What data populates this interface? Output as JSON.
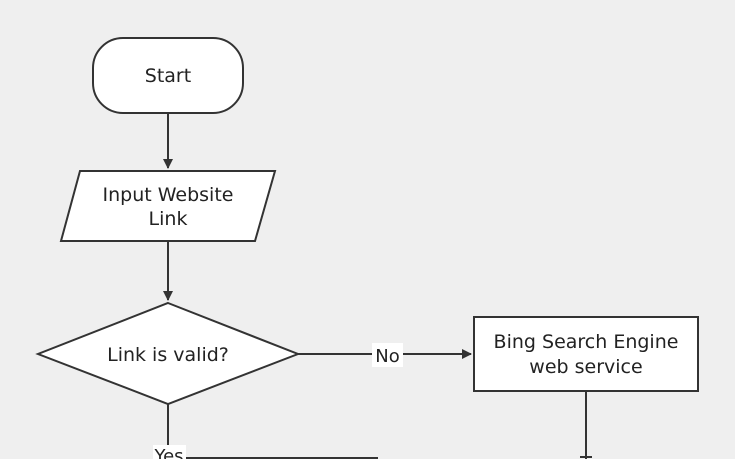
{
  "flowchart": {
    "start": {
      "label": "Start"
    },
    "input": {
      "line1": "Input Website",
      "line2": "Link"
    },
    "decision": {
      "label": "Link is valid?"
    },
    "service": {
      "line1": "Bing Search  Engine",
      "line2": "web service"
    },
    "edges": {
      "no_label": "No",
      "yes_label": "Yes"
    }
  },
  "colors": {
    "background": "#efefef",
    "shape_fill": "#ffffff",
    "stroke": "#333333",
    "text": "#222222"
  }
}
